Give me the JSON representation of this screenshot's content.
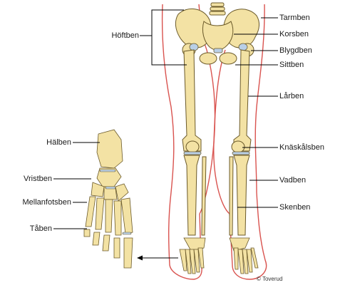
{
  "labels": {
    "hoftben": "Höftben",
    "tarmben": "Tarmben",
    "korsben": "Korsben",
    "blygdben": "Blygdben",
    "sittben": "Sittben",
    "larben": "Lårben",
    "knaskalsben": "Knäskålsben",
    "vadben": "Vadben",
    "skenben": "Skenben",
    "halben": "Hälben",
    "vristben": "Vristben",
    "mellanfotsben": "Mellanfotsben",
    "taben": "Tåben"
  },
  "credit": "© Toverud",
  "colors": {
    "bone": "#f3e2a4",
    "bone_outline": "#6b5a2a",
    "cartilage": "#b9cfe6",
    "skin_outline": "#d9534f",
    "leader_line": "#000000"
  }
}
